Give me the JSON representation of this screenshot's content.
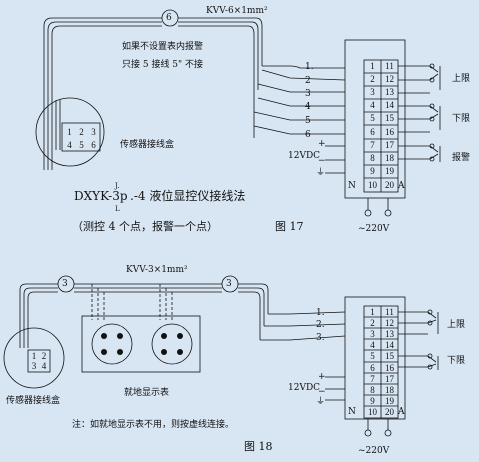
{
  "fig17": {
    "cable_label": "KVV-6×1mm²",
    "cable_marker": "6",
    "note_line1": "如果不设置表内报警",
    "note_line2": "只接 5 接线 5\" 不接",
    "sensor_box": "传感器接线盒",
    "sensor_terms": [
      "1",
      "2",
      "3",
      "4",
      "5",
      "6"
    ],
    "wire_nums": [
      "1.",
      "2",
      "3",
      "4",
      "5",
      "6"
    ],
    "terminal_left": [
      "1",
      "2",
      "3",
      "4",
      "5",
      "6",
      "7",
      "8",
      "9",
      "10"
    ],
    "terminal_right": [
      "11",
      "12",
      "13",
      "14",
      "15",
      "16",
      "17",
      "18",
      "19",
      "20"
    ],
    "upper_limit": "上限",
    "lower_limit": "下限",
    "alarm": "报警",
    "power_label": "12VDC",
    "plus": "+",
    "minus": "−",
    "ground": "⏚",
    "n_label": "N",
    "a_label": "A",
    "voltage": "~220V",
    "title_main": "DXYK-3p",
    "title_sup": "J.",
    "title_sub": "L",
    "title_rest": ".-4 液位显控仪接线法",
    "subtitle": "（测控 4 个点，报警一个点）",
    "fig_label": "图 17"
  },
  "fig18": {
    "cable_label": "KVV-3×1mm²",
    "cable_marker": "3",
    "sensor_box": "传感器接线盒",
    "sensor_terms": [
      "1",
      "2",
      "3",
      "4"
    ],
    "display_label": "就地显示表",
    "wire_nums": [
      "1.",
      "2.",
      "3."
    ],
    "terminal_left": [
      "1",
      "2",
      "3",
      "4",
      "5",
      "6",
      "7",
      "8",
      "9",
      "10"
    ],
    "terminal_right": [
      "11",
      "12",
      "13",
      "14",
      "15",
      "16",
      "17",
      "18",
      "19",
      "20"
    ],
    "upper_limit": "上限",
    "lower_limit": "下限",
    "power_label": "12VDC",
    "plus": "+",
    "minus": "−",
    "ground": "⏚",
    "n_label": "N",
    "a_label": "A",
    "voltage": "~220V",
    "note": "注：如就地显示表不用，则按虚线连接。",
    "fig_label": "图 18"
  }
}
